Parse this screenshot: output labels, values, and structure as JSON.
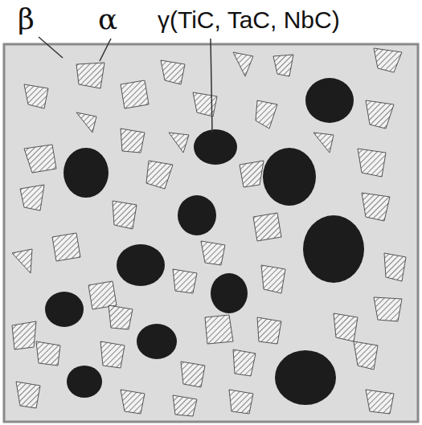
{
  "diagram": {
    "labels": [
      "β",
      "α",
      "γ(TiC, TaC, NbC)"
    ]
  }
}
